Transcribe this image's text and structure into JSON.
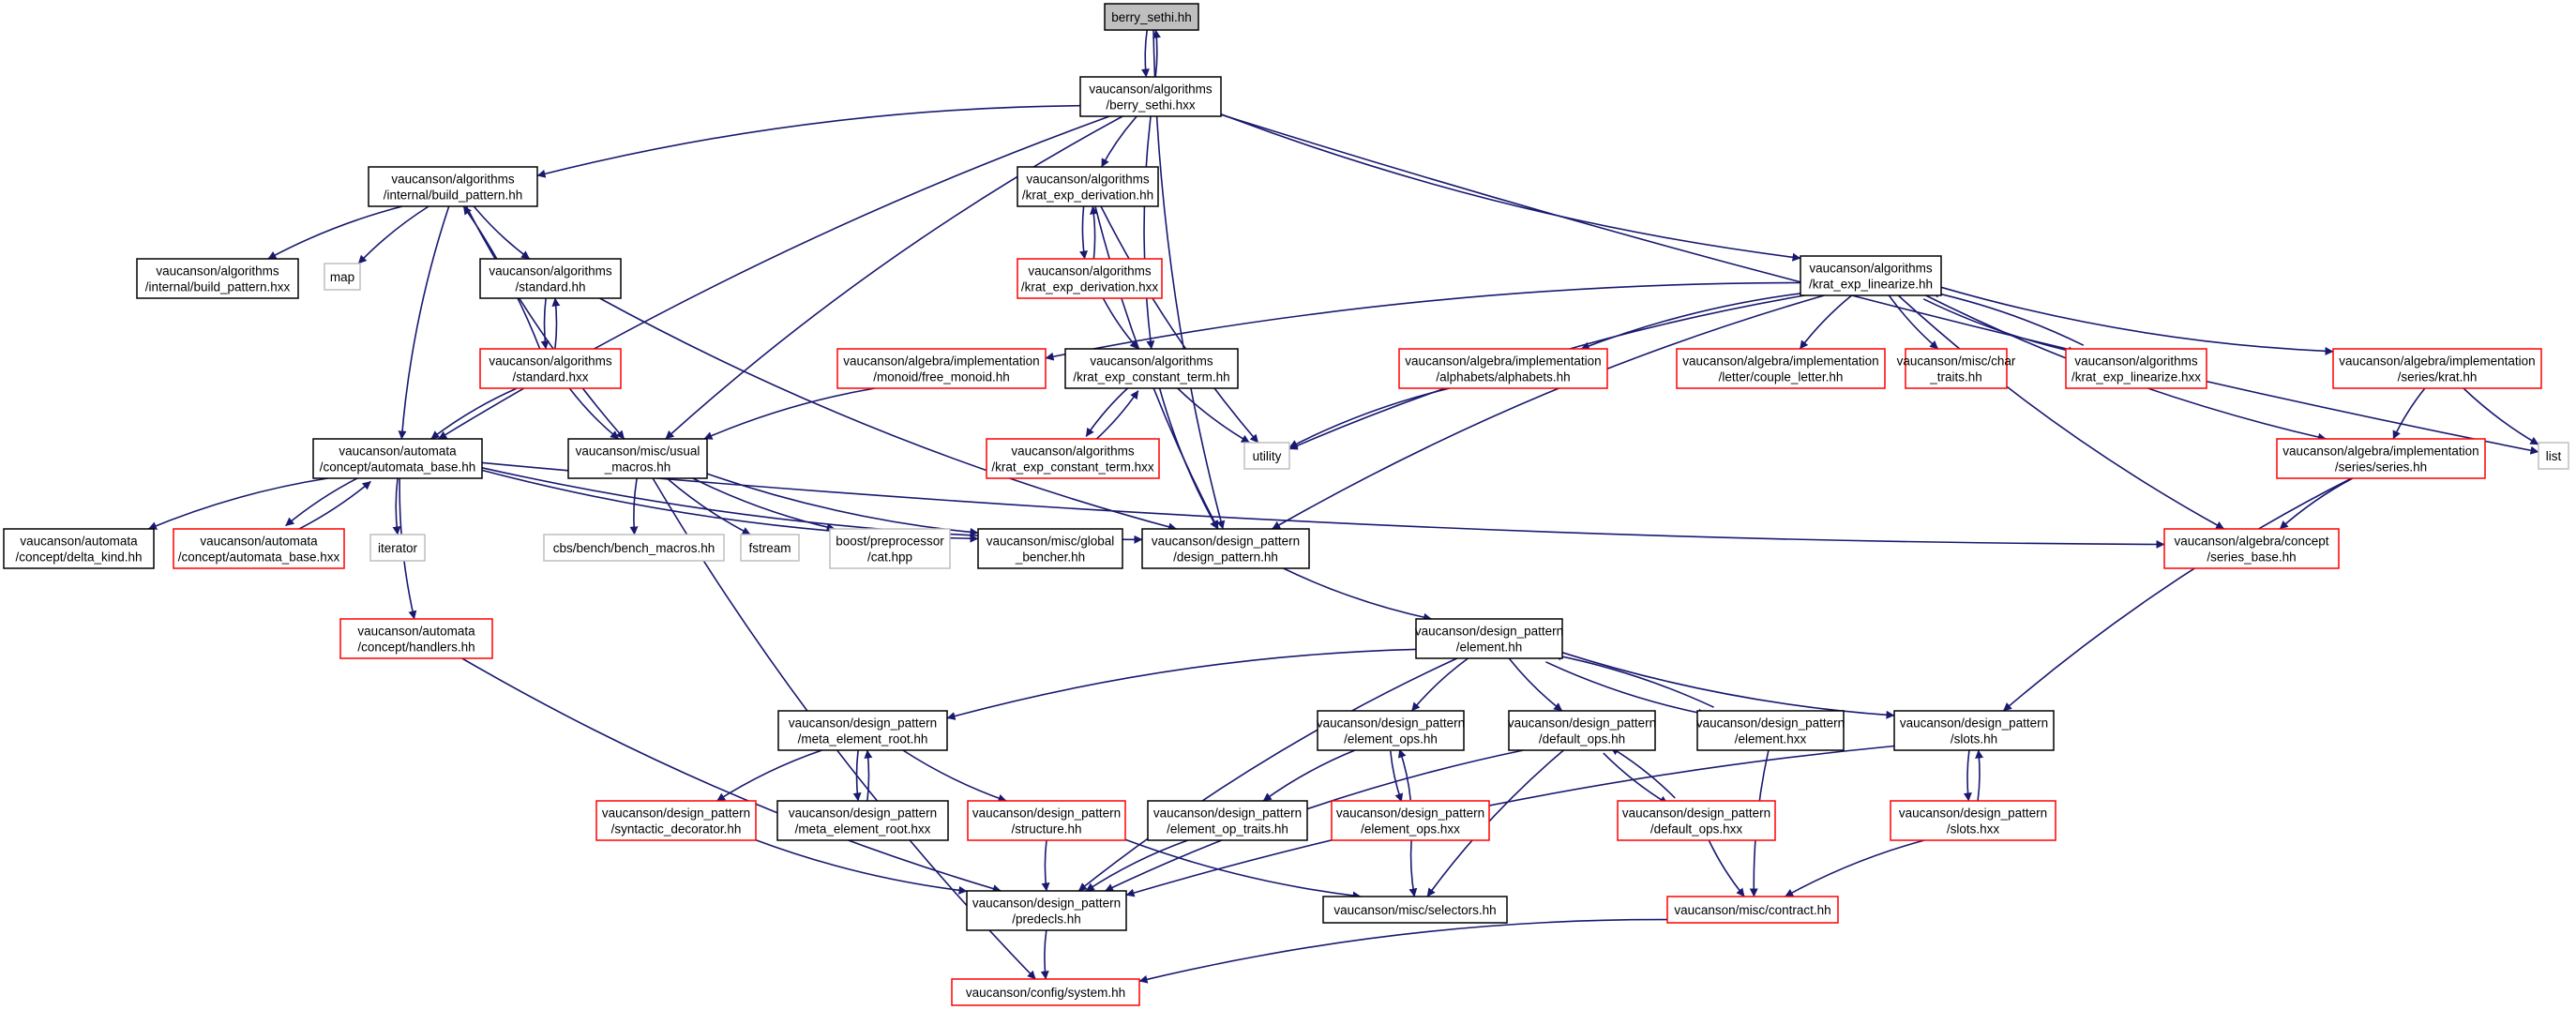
{
  "colors": {
    "edge": "#191970",
    "border_default": "#000000",
    "border_red": "#ff0000",
    "border_gray": "#bfbfbf",
    "fill_root": "#bfbfbf",
    "fill_default": "#ffffff"
  },
  "nodes": [
    {
      "id": "berry_sethi_hh",
      "lines": [
        "berry_sethi.hh"
      ],
      "style": "root"
    },
    {
      "id": "berry_sethi_hxx",
      "lines": [
        "vaucanson/algorithms",
        "/berry_sethi.hxx"
      ],
      "style": "black"
    },
    {
      "id": "build_pattern_hh",
      "lines": [
        "vaucanson/algorithms",
        "/internal/build_pattern.hh"
      ],
      "style": "black"
    },
    {
      "id": "krat_exp_derivation_hh",
      "lines": [
        "vaucanson/algorithms",
        "/krat_exp_derivation.hh"
      ],
      "style": "black"
    },
    {
      "id": "krat_exp_linearize_hh",
      "lines": [
        "vaucanson/algorithms",
        "/krat_exp_linearize.hh"
      ],
      "style": "black"
    },
    {
      "id": "list",
      "lines": [
        "list"
      ],
      "style": "gray"
    },
    {
      "id": "build_pattern_hxx",
      "lines": [
        "vaucanson/algorithms",
        "/internal/build_pattern.hxx"
      ],
      "style": "black"
    },
    {
      "id": "map",
      "lines": [
        "map"
      ],
      "style": "gray"
    },
    {
      "id": "standard_hh",
      "lines": [
        "vaucanson/algorithms",
        "/standard.hh"
      ],
      "style": "black"
    },
    {
      "id": "standard_hxx",
      "lines": [
        "vaucanson/algorithms",
        "/standard.hxx"
      ],
      "style": "red"
    },
    {
      "id": "krat_exp_derivation_hxx",
      "lines": [
        "vaucanson/algorithms",
        "/krat_exp_derivation.hxx"
      ],
      "style": "red"
    },
    {
      "id": "free_monoid_hh",
      "lines": [
        "vaucanson/algebra/implementation",
        "/monoid/free_monoid.hh"
      ],
      "style": "red"
    },
    {
      "id": "krat_exp_constant_term_hh",
      "lines": [
        "vaucanson/algorithms",
        "/krat_exp_constant_term.hh"
      ],
      "style": "black"
    },
    {
      "id": "alphabets_hh",
      "lines": [
        "vaucanson/algebra/implementation",
        "/alphabets/alphabets.hh"
      ],
      "style": "red"
    },
    {
      "id": "couple_letter_hh",
      "lines": [
        "vaucanson/algebra/implementation",
        "/letter/couple_letter.hh"
      ],
      "style": "red"
    },
    {
      "id": "char_traits_hh",
      "lines": [
        "vaucanson/misc/char",
        "_traits.hh"
      ],
      "style": "red"
    },
    {
      "id": "krat_exp_linearize_hxx",
      "lines": [
        "vaucanson/algorithms",
        "/krat_exp_linearize.hxx"
      ],
      "style": "red"
    },
    {
      "id": "krat_hh",
      "lines": [
        "vaucanson/algebra/implementation",
        "/series/krat.hh"
      ],
      "style": "red"
    },
    {
      "id": "krat_exp_constant_term_hxx",
      "lines": [
        "vaucanson/algorithms",
        "/krat_exp_constant_term.hxx"
      ],
      "style": "red"
    },
    {
      "id": "utility",
      "lines": [
        "utility"
      ],
      "style": "gray"
    },
    {
      "id": "series_hh",
      "lines": [
        "vaucanson/algebra/implementation",
        "/series/series.hh"
      ],
      "style": "red"
    },
    {
      "id": "automata_base_hh",
      "lines": [
        "vaucanson/automata",
        "/concept/automata_base.hh"
      ],
      "style": "black"
    },
    {
      "id": "usual_macros_hh",
      "lines": [
        "vaucanson/misc/usual",
        "_macros.hh"
      ],
      "style": "black"
    },
    {
      "id": "delta_kind_hh",
      "lines": [
        "vaucanson/automata",
        "/concept/delta_kind.hh"
      ],
      "style": "black"
    },
    {
      "id": "automata_base_hxx",
      "lines": [
        "vaucanson/automata",
        "/concept/automata_base.hxx"
      ],
      "style": "red"
    },
    {
      "id": "iterator",
      "lines": [
        "iterator"
      ],
      "style": "gray"
    },
    {
      "id": "bench_macros_hh",
      "lines": [
        "cbs/bench/bench_macros.hh"
      ],
      "style": "gray"
    },
    {
      "id": "fstream",
      "lines": [
        "fstream"
      ],
      "style": "gray"
    },
    {
      "id": "cat_hpp",
      "lines": [
        "boost/preprocessor",
        "/cat.hpp"
      ],
      "style": "gray"
    },
    {
      "id": "global_bencher_hh",
      "lines": [
        "vaucanson/misc/global",
        "_bencher.hh"
      ],
      "style": "black"
    },
    {
      "id": "design_pattern_hh",
      "lines": [
        "vaucanson/design_pattern",
        "/design_pattern.hh"
      ],
      "style": "black"
    },
    {
      "id": "series_base_hh",
      "lines": [
        "vaucanson/algebra/concept",
        "/series_base.hh"
      ],
      "style": "red"
    },
    {
      "id": "handlers_hh",
      "lines": [
        "vaucanson/automata",
        "/concept/handlers.hh"
      ],
      "style": "red"
    },
    {
      "id": "element_hh",
      "lines": [
        "vaucanson/design_pattern",
        "/element.hh"
      ],
      "style": "black"
    },
    {
      "id": "meta_element_root_hh",
      "lines": [
        "vaucanson/design_pattern",
        "/meta_element_root.hh"
      ],
      "style": "black"
    },
    {
      "id": "element_ops_hh",
      "lines": [
        "vaucanson/design_pattern",
        "/element_ops.hh"
      ],
      "style": "black"
    },
    {
      "id": "default_ops_hh",
      "lines": [
        "vaucanson/design_pattern",
        "/default_ops.hh"
      ],
      "style": "black"
    },
    {
      "id": "element_hxx",
      "lines": [
        "vaucanson/design_pattern",
        "/element.hxx"
      ],
      "style": "black"
    },
    {
      "id": "slots_hh",
      "lines": [
        "vaucanson/design_pattern",
        "/slots.hh"
      ],
      "style": "black"
    },
    {
      "id": "syntactic_decorator_hh",
      "lines": [
        "vaucanson/design_pattern",
        "/syntactic_decorator.hh"
      ],
      "style": "red"
    },
    {
      "id": "meta_element_root_hxx",
      "lines": [
        "vaucanson/design_pattern",
        "/meta_element_root.hxx"
      ],
      "style": "black"
    },
    {
      "id": "structure_hh",
      "lines": [
        "vaucanson/design_pattern",
        "/structure.hh"
      ],
      "style": "red"
    },
    {
      "id": "element_op_traits_hh",
      "lines": [
        "vaucanson/design_pattern",
        "/element_op_traits.hh"
      ],
      "style": "black"
    },
    {
      "id": "element_ops_hxx",
      "lines": [
        "vaucanson/design_pattern",
        "/element_ops.hxx"
      ],
      "style": "red"
    },
    {
      "id": "default_ops_hxx",
      "lines": [
        "vaucanson/design_pattern",
        "/default_ops.hxx"
      ],
      "style": "red"
    },
    {
      "id": "slots_hxx",
      "lines": [
        "vaucanson/design_pattern",
        "/slots.hxx"
      ],
      "style": "red"
    },
    {
      "id": "predecls_hh",
      "lines": [
        "vaucanson/design_pattern",
        "/predecls.hh"
      ],
      "style": "black"
    },
    {
      "id": "selectors_hh",
      "lines": [
        "vaucanson/misc/selectors.hh"
      ],
      "style": "black"
    },
    {
      "id": "contract_hh",
      "lines": [
        "vaucanson/misc/contract.hh"
      ],
      "style": "red"
    },
    {
      "id": "system_hh",
      "lines": [
        "vaucanson/config/system.hh"
      ],
      "style": "red"
    }
  ],
  "edges": [
    [
      "berry_sethi_hh",
      "berry_sethi_hxx"
    ],
    [
      "berry_sethi_hxx",
      "berry_sethi_hh"
    ],
    [
      "berry_sethi_hh",
      "design_pattern_hh"
    ],
    [
      "berry_sethi_hxx",
      "build_pattern_hh"
    ],
    [
      "berry_sethi_hxx",
      "krat_exp_derivation_hh"
    ],
    [
      "berry_sethi_hxx",
      "krat_exp_linearize_hh"
    ],
    [
      "berry_sethi_hxx",
      "list"
    ],
    [
      "berry_sethi_hxx",
      "automata_base_hh"
    ],
    [
      "berry_sethi_hxx",
      "usual_macros_hh"
    ],
    [
      "berry_sethi_hxx",
      "krat_exp_constant_term_hh"
    ],
    [
      "build_pattern_hh",
      "build_pattern_hxx"
    ],
    [
      "build_pattern_hh",
      "map"
    ],
    [
      "build_pattern_hh",
      "standard_hh"
    ],
    [
      "build_pattern_hh",
      "automata_base_hh"
    ],
    [
      "build_pattern_hh",
      "usual_macros_hh"
    ],
    [
      "standard_hh",
      "standard_hxx"
    ],
    [
      "standard_hxx",
      "standard_hh"
    ],
    [
      "standard_hxx",
      "build_pattern_hh"
    ],
    [
      "standard_hxx",
      "automata_base_hh"
    ],
    [
      "standard_hxx",
      "usual_macros_hh"
    ],
    [
      "standard_hh",
      "design_pattern_hh"
    ],
    [
      "krat_exp_derivation_hh",
      "krat_exp_derivation_hxx"
    ],
    [
      "krat_exp_derivation_hxx",
      "krat_exp_derivation_hh"
    ],
    [
      "krat_exp_derivation_hxx",
      "krat_exp_constant_term_hh"
    ],
    [
      "krat_exp_derivation_hh",
      "utility"
    ],
    [
      "krat_exp_derivation_hh",
      "design_pattern_hh"
    ],
    [
      "krat_exp_linearize_hh",
      "free_monoid_hh"
    ],
    [
      "krat_exp_linearize_hh",
      "alphabets_hh"
    ],
    [
      "krat_exp_linearize_hh",
      "couple_letter_hh"
    ],
    [
      "krat_exp_linearize_hh",
      "char_traits_hh"
    ],
    [
      "krat_exp_linearize_hh",
      "krat_exp_linearize_hxx"
    ],
    [
      "krat_exp_linearize_hxx",
      "krat_exp_linearize_hh"
    ],
    [
      "krat_exp_linearize_hh",
      "krat_hh"
    ],
    [
      "krat_exp_linearize_hh",
      "utility"
    ],
    [
      "krat_exp_linearize_hh",
      "series_hh"
    ],
    [
      "krat_exp_linearize_hh",
      "series_base_hh"
    ],
    [
      "krat_exp_linearize_hh",
      "design_pattern_hh"
    ],
    [
      "krat_hh",
      "list"
    ],
    [
      "krat_hh",
      "series_hh"
    ],
    [
      "series_hh",
      "series_base_hh"
    ],
    [
      "series_hh",
      "slots_hh"
    ],
    [
      "alphabets_hh",
      "utility"
    ],
    [
      "free_monoid_hh",
      "usual_macros_hh"
    ],
    [
      "krat_exp_constant_term_hh",
      "krat_exp_constant_term_hxx"
    ],
    [
      "krat_exp_constant_term_hxx",
      "krat_exp_constant_term_hh"
    ],
    [
      "krat_exp_constant_term_hh",
      "utility"
    ],
    [
      "krat_exp_constant_term_hh",
      "design_pattern_hh"
    ],
    [
      "automata_base_hh",
      "delta_kind_hh"
    ],
    [
      "automata_base_hh",
      "automata_base_hxx"
    ],
    [
      "automata_base_hxx",
      "automata_base_hh"
    ],
    [
      "automata_base_hh",
      "iterator"
    ],
    [
      "automata_base_hh",
      "handlers_hh"
    ],
    [
      "automata_base_hh",
      "global_bencher_hh"
    ],
    [
      "automata_base_hh",
      "design_pattern_hh"
    ],
    [
      "automata_base_hh",
      "series_base_hh"
    ],
    [
      "usual_macros_hh",
      "bench_macros_hh"
    ],
    [
      "usual_macros_hh",
      "fstream"
    ],
    [
      "usual_macros_hh",
      "cat_hpp"
    ],
    [
      "usual_macros_hh",
      "global_bencher_hh"
    ],
    [
      "usual_macros_hh",
      "system_hh"
    ],
    [
      "handlers_hh",
      "predecls_hh"
    ],
    [
      "design_pattern_hh",
      "element_hh"
    ],
    [
      "element_hh",
      "meta_element_root_hh"
    ],
    [
      "element_hh",
      "element_ops_hh"
    ],
    [
      "element_hh",
      "default_ops_hh"
    ],
    [
      "element_hh",
      "element_hxx"
    ],
    [
      "element_hxx",
      "element_hh"
    ],
    [
      "element_hh",
      "slots_hh"
    ],
    [
      "element_hh",
      "predecls_hh"
    ],
    [
      "meta_element_root_hh",
      "syntactic_decorator_hh"
    ],
    [
      "meta_element_root_hh",
      "meta_element_root_hxx"
    ],
    [
      "meta_element_root_hxx",
      "meta_element_root_hh"
    ],
    [
      "meta_element_root_hh",
      "structure_hh"
    ],
    [
      "syntactic_decorator_hh",
      "predecls_hh"
    ],
    [
      "structure_hh",
      "predecls_hh"
    ],
    [
      "structure_hh",
      "selectors_hh"
    ],
    [
      "element_ops_hh",
      "element_op_traits_hh"
    ],
    [
      "element_ops_hh",
      "element_ops_hxx"
    ],
    [
      "element_ops_hxx",
      "element_ops_hh"
    ],
    [
      "element_op_traits_hh",
      "predecls_hh"
    ],
    [
      "element_ops_hxx",
      "selectors_hh"
    ],
    [
      "default_ops_hh",
      "default_ops_hxx"
    ],
    [
      "default_ops_hxx",
      "default_ops_hh"
    ],
    [
      "default_ops_hh",
      "predecls_hh"
    ],
    [
      "default_ops_hh",
      "selectors_hh"
    ],
    [
      "default_ops_hxx",
      "contract_hh"
    ],
    [
      "element_hxx",
      "contract_hh"
    ],
    [
      "slots_hh",
      "slots_hxx"
    ],
    [
      "slots_hxx",
      "slots_hh"
    ],
    [
      "slots_hh",
      "predecls_hh"
    ],
    [
      "slots_hxx",
      "contract_hh"
    ],
    [
      "contract_hh",
      "system_hh"
    ],
    [
      "predecls_hh",
      "system_hh"
    ]
  ]
}
